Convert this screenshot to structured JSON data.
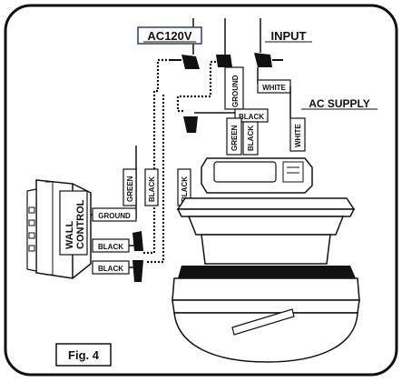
{
  "labels": {
    "ac120v": "AC120V",
    "input": "INPUT",
    "ac_supply": "AC SUPPLY",
    "ground_top": "GROUND",
    "white_top": "WHITE",
    "black_mid": "BLACK",
    "green_fan": "GREEN",
    "black_fan": "BLACK",
    "white_fan": "WHITE",
    "green_left": "GREEN",
    "black_left": "BLACK",
    "black_right": "BLACK",
    "ground_wc": "GROUND",
    "black_wc1": "BLACK",
    "black_wc2": "BLACK",
    "wall_control": "WALL\nCONTROL",
    "fig": "Fig. 4"
  },
  "colors": {
    "ink": "#111111",
    "ac120v_border": "#2b3a8c",
    "paper": "#ffffff"
  }
}
